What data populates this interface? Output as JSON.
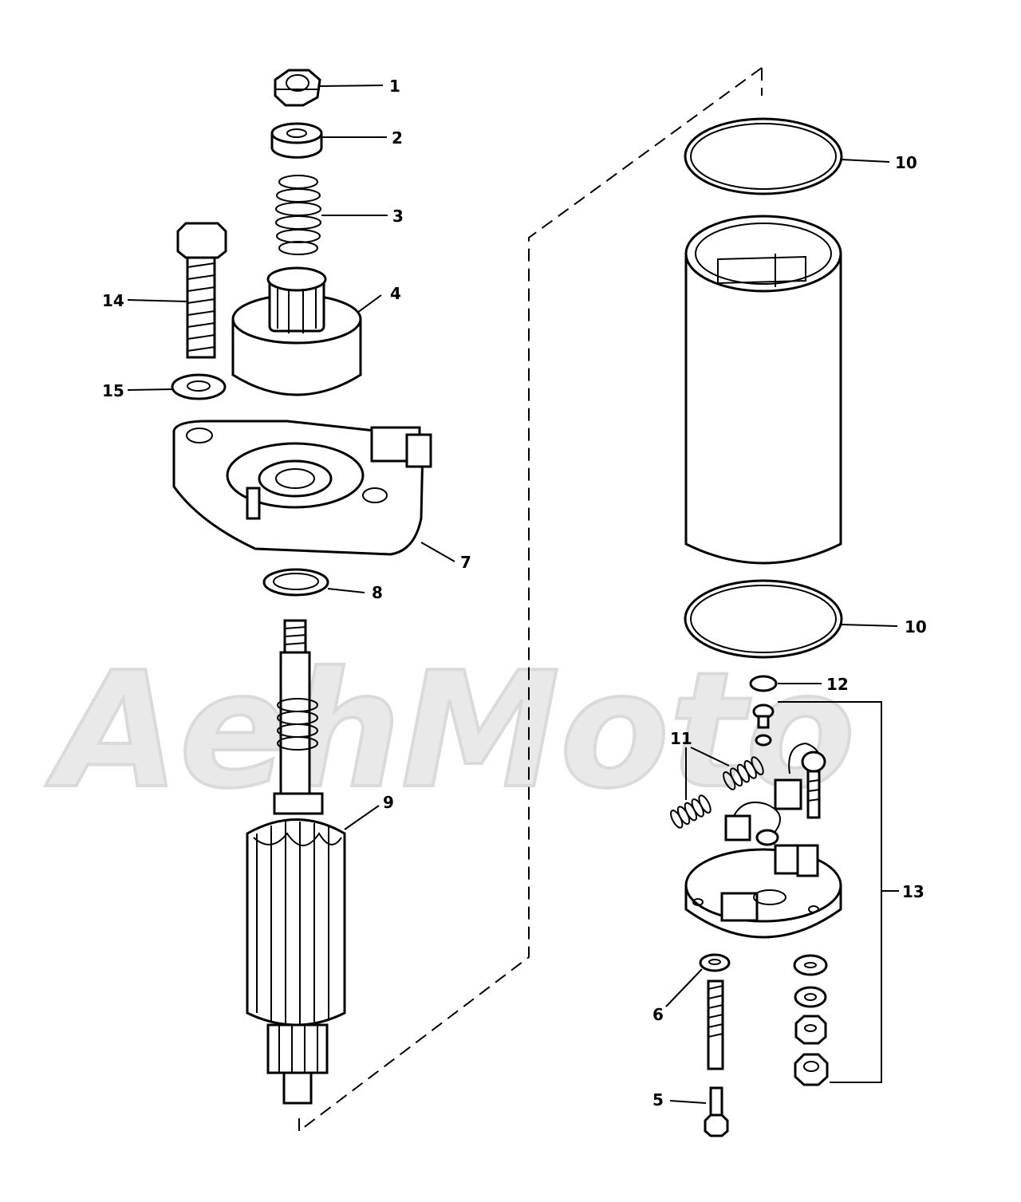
{
  "watermark": "AehMoto",
  "callouts": {
    "c1": "1",
    "c2": "2",
    "c3": "3",
    "c4": "4",
    "c5": "5",
    "c6": "6",
    "c7": "7",
    "c8": "8",
    "c9": "9",
    "c10a": "10",
    "c10b": "10",
    "c11": "11",
    "c12": "12",
    "c13": "13",
    "c14": "14",
    "c15": "15"
  }
}
